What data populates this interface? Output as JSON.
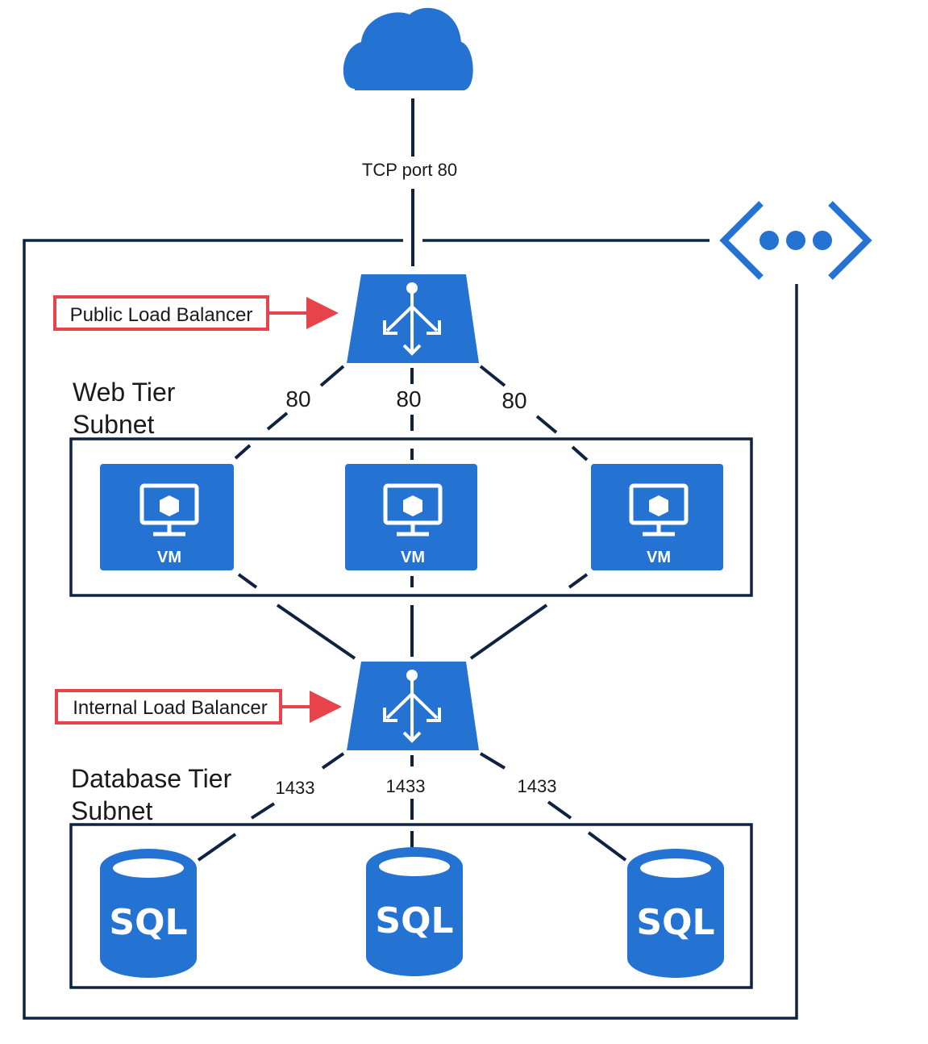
{
  "internet": {
    "icon": "cloud-icon",
    "link_label": "TCP port 80"
  },
  "vnet": {
    "icon": "virtual-network-icon"
  },
  "public_lb": {
    "icon": "load-balancer-icon",
    "callout": "Public Load Balancer"
  },
  "web_tier": {
    "label_line1": "Web Tier",
    "label_line2": "Subnet",
    "ports": [
      "80",
      "80",
      "80"
    ],
    "vms": [
      {
        "label": "VM",
        "icon": "virtual-machine-icon"
      },
      {
        "label": "VM",
        "icon": "virtual-machine-icon"
      },
      {
        "label": "VM",
        "icon": "virtual-machine-icon"
      }
    ]
  },
  "internal_lb": {
    "icon": "load-balancer-icon",
    "callout": "Internal Load Balancer"
  },
  "db_tier": {
    "label_line1": "Database Tier",
    "label_line2": "Subnet",
    "ports": [
      "1433",
      "1433",
      "1433"
    ],
    "dbs": [
      {
        "label": "SQL",
        "icon": "sql-database-icon"
      },
      {
        "label": "SQL",
        "icon": "sql-database-icon"
      },
      {
        "label": "SQL",
        "icon": "sql-database-icon"
      }
    ]
  },
  "colors": {
    "azure_blue": "#2472d1",
    "line": "#0f2340",
    "callout_red": "#e8434a"
  }
}
